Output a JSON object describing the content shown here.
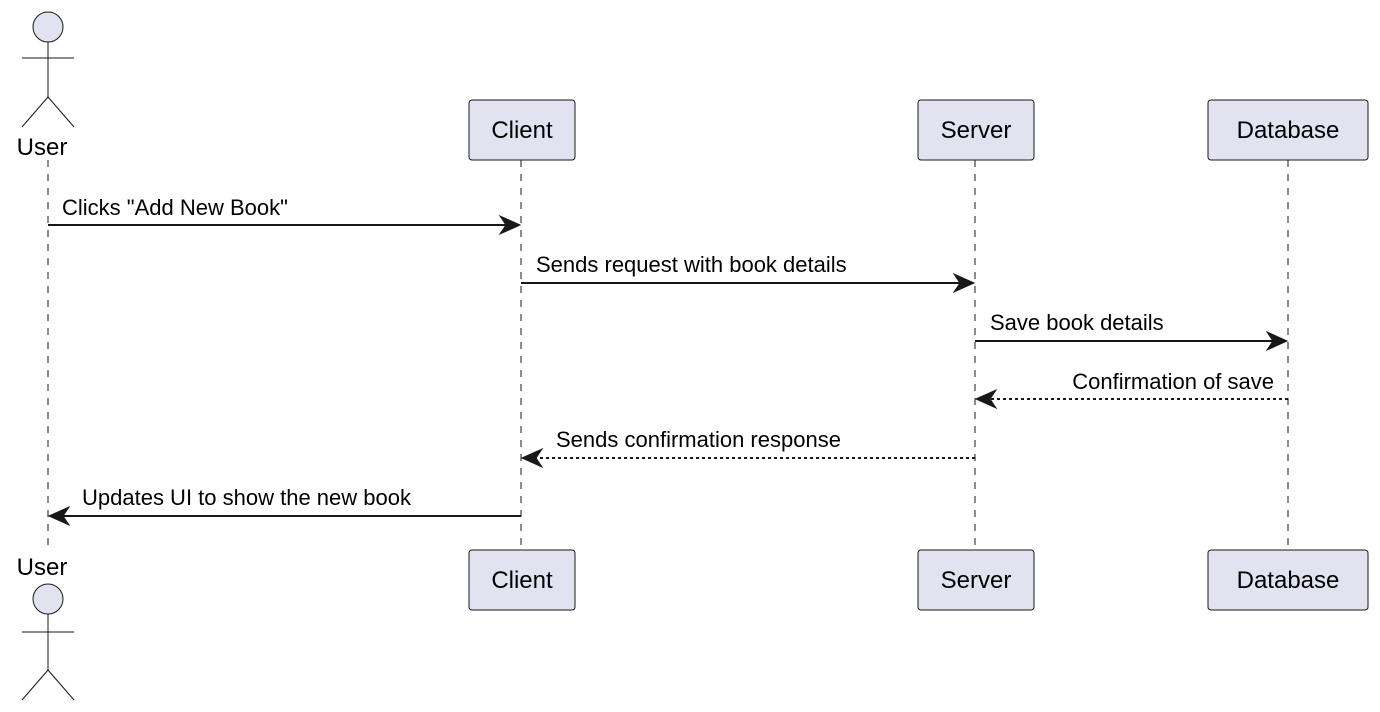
{
  "diagram": {
    "type": "sequence",
    "participants": [
      {
        "id": "user",
        "label": "User",
        "kind": "actor"
      },
      {
        "id": "client",
        "label": "Client",
        "kind": "participant"
      },
      {
        "id": "server",
        "label": "Server",
        "kind": "participant"
      },
      {
        "id": "database",
        "label": "Database",
        "kind": "participant"
      }
    ],
    "messages": [
      {
        "from": "user",
        "to": "client",
        "label": "Clicks \"Add New Book\"",
        "style": "solid"
      },
      {
        "from": "client",
        "to": "server",
        "label": "Sends request with book details",
        "style": "solid"
      },
      {
        "from": "server",
        "to": "database",
        "label": "Save book details",
        "style": "solid"
      },
      {
        "from": "database",
        "to": "server",
        "label": "Confirmation of save",
        "style": "dashed"
      },
      {
        "from": "server",
        "to": "client",
        "label": "Sends confirmation response",
        "style": "dashed"
      },
      {
        "from": "client",
        "to": "user",
        "label": "Updates UI to show the new book",
        "style": "solid"
      }
    ],
    "colors": {
      "participant_fill": "#e2e2f0",
      "line": "#181818"
    }
  }
}
